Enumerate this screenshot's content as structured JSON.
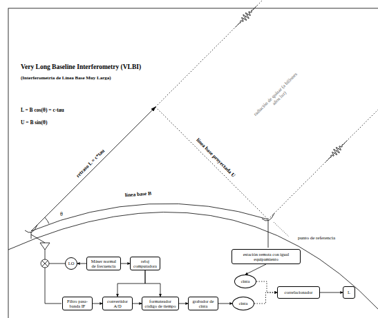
{
  "diagram": {
    "title": "Very Long Baseline Interferometry (VLBI)",
    "nodes": [
      {
        "text": [
          "estación remota con igual equipamiento"
        ]
      },
      {
        "text": [
          "cinta"
        ]
      },
      {
        "text": [
          "LO"
        ]
      },
      {
        "text": [
          "Máser normal de frecuencia"
        ]
      },
      {
        "text": [
          "reloj computadora"
        ]
      },
      {
        "text": [
          "correlacionador"
        ]
      },
      {
        "text": [
          "L"
        ]
      },
      {
        "text": [
          "Filtro pasa-banda IF"
        ]
      },
      {
        "text": [
          "convertidor A/D"
        ]
      },
      {
        "text": [
          "formateador código de tiempo"
        ]
      },
      {
        "text": [
          "grabador de cinta"
        ]
      },
      {
        "text": [
          "cinta"
        ]
      }
    ],
    "edges": [
      {
        "from": 0,
        "to": 1,
        "arrow": "to"
      },
      {
        "from": 3,
        "to": 2,
        "arrow": "to"
      },
      {
        "from": 3,
        "to": 4,
        "arrow": "to"
      },
      {
        "from": 4,
        "to": 8,
        "arrow": "to"
      },
      {
        "from": 4,
        "to": 9,
        "arrow": "to"
      },
      {
        "from": 7,
        "to": 8,
        "arrow": "to"
      },
      {
        "from": 8,
        "to": 9,
        "arrow": "to"
      },
      {
        "from": 9,
        "to": 10,
        "arrow": "to"
      },
      {
        "from": 10,
        "to": 11,
        "arrow": "to"
      },
      {
        "from": 1,
        "to": 5,
        "arrow": "to"
      },
      {
        "from": 11,
        "to": 5,
        "arrow": "to"
      },
      {
        "from": 5,
        "to": 6,
        "arrow": "to"
      }
    ],
    "labels": [
      "(Interferometría de Línea Base Muy Larga)",
      "L = B cos(θ) = c·tau",
      "U = B sin(θ)",
      "retraso L = c*tau",
      "línea base B",
      "línea base proyectada U",
      "radiación de quásar (a billones años luz)",
      "punto de referencia",
      "θ"
    ]
  }
}
